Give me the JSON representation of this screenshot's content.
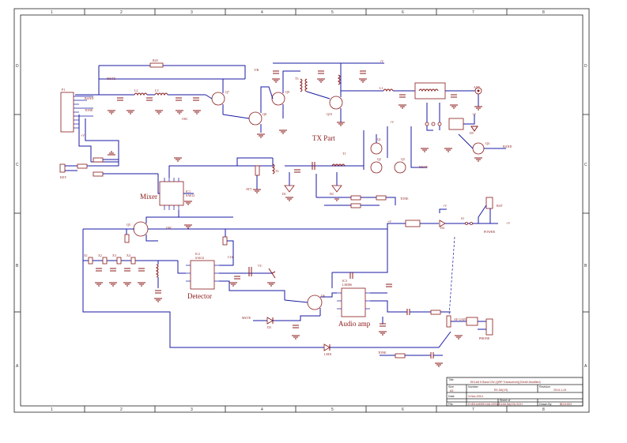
{
  "frame": {
    "columns": [
      "1",
      "2",
      "3",
      "4",
      "5",
      "6",
      "7",
      "8"
    ],
    "rows": [
      "D",
      "C",
      "B",
      "A"
    ]
  },
  "blocks": {
    "mixer": "Mixer",
    "detector": "Detector",
    "audio_amp": "Audio amp",
    "tx_part": "TX Part"
  },
  "nets": {
    "mute": "MUTE",
    "v5": "+V",
    "tone": "TONE",
    "band": "BAND",
    "key": "KEY",
    "ant": "ANT",
    "bat": "BAT",
    "power": "POWER",
    "af_gain": "AF GAIN",
    "phone": "PHONE",
    "att": "ATT",
    "osc": "OSC",
    "mute2": "MUTE",
    "tv": "T/R"
  },
  "parts": {
    "r20": "R20",
    "q1": "Q1",
    "q2": "Q2",
    "q3": "Q3",
    "q4": "Q4",
    "q5": "Q5",
    "q6": "Q6",
    "q7": "Q7",
    "q8": "Q8",
    "q9": "Q9",
    "q10": "Q10",
    "t1": "T1",
    "t2": "T2",
    "t3": "T3",
    "l1": "L1",
    "l2": "L2",
    "l3": "L3",
    "x1": "X1",
    "x2": "X2",
    "x3": "X3",
    "x4": "X4",
    "ic1": "IC1",
    "ic2": "IC2",
    "ic3": "IC3",
    "d1": "D1",
    "d2": "D2",
    "d3": "D3",
    "d4": "D4",
    "d5": "D5",
    "led1": "LED1",
    "s1": "S1",
    "ic1_type": "SA612",
    "ic2_type": "SA612",
    "ic3_type": "LM386",
    "p1": "P1",
    "c16": "C16",
    "vc": "VC"
  },
  "title_block": {
    "title_label": "Title",
    "title": "EK1A5 5 Band CW (QRP Transceiver)(20mW-Modified)",
    "size_label": "Size",
    "size": "A3",
    "number_label": "Number",
    "number": "EK-5A(V3)",
    "revision_label": "Revision",
    "revision": "2014-1-24",
    "date_label": "Date",
    "date": "3-Nov-2014",
    "file_label": "File",
    "file": "D:\\EK1A5\\EK1A5-23S\\EK1A5-5A(V3).SCH",
    "sheet_label": "Sheet of",
    "drawn_label": "Drawn By",
    "drawn": "BD1HGO"
  }
}
